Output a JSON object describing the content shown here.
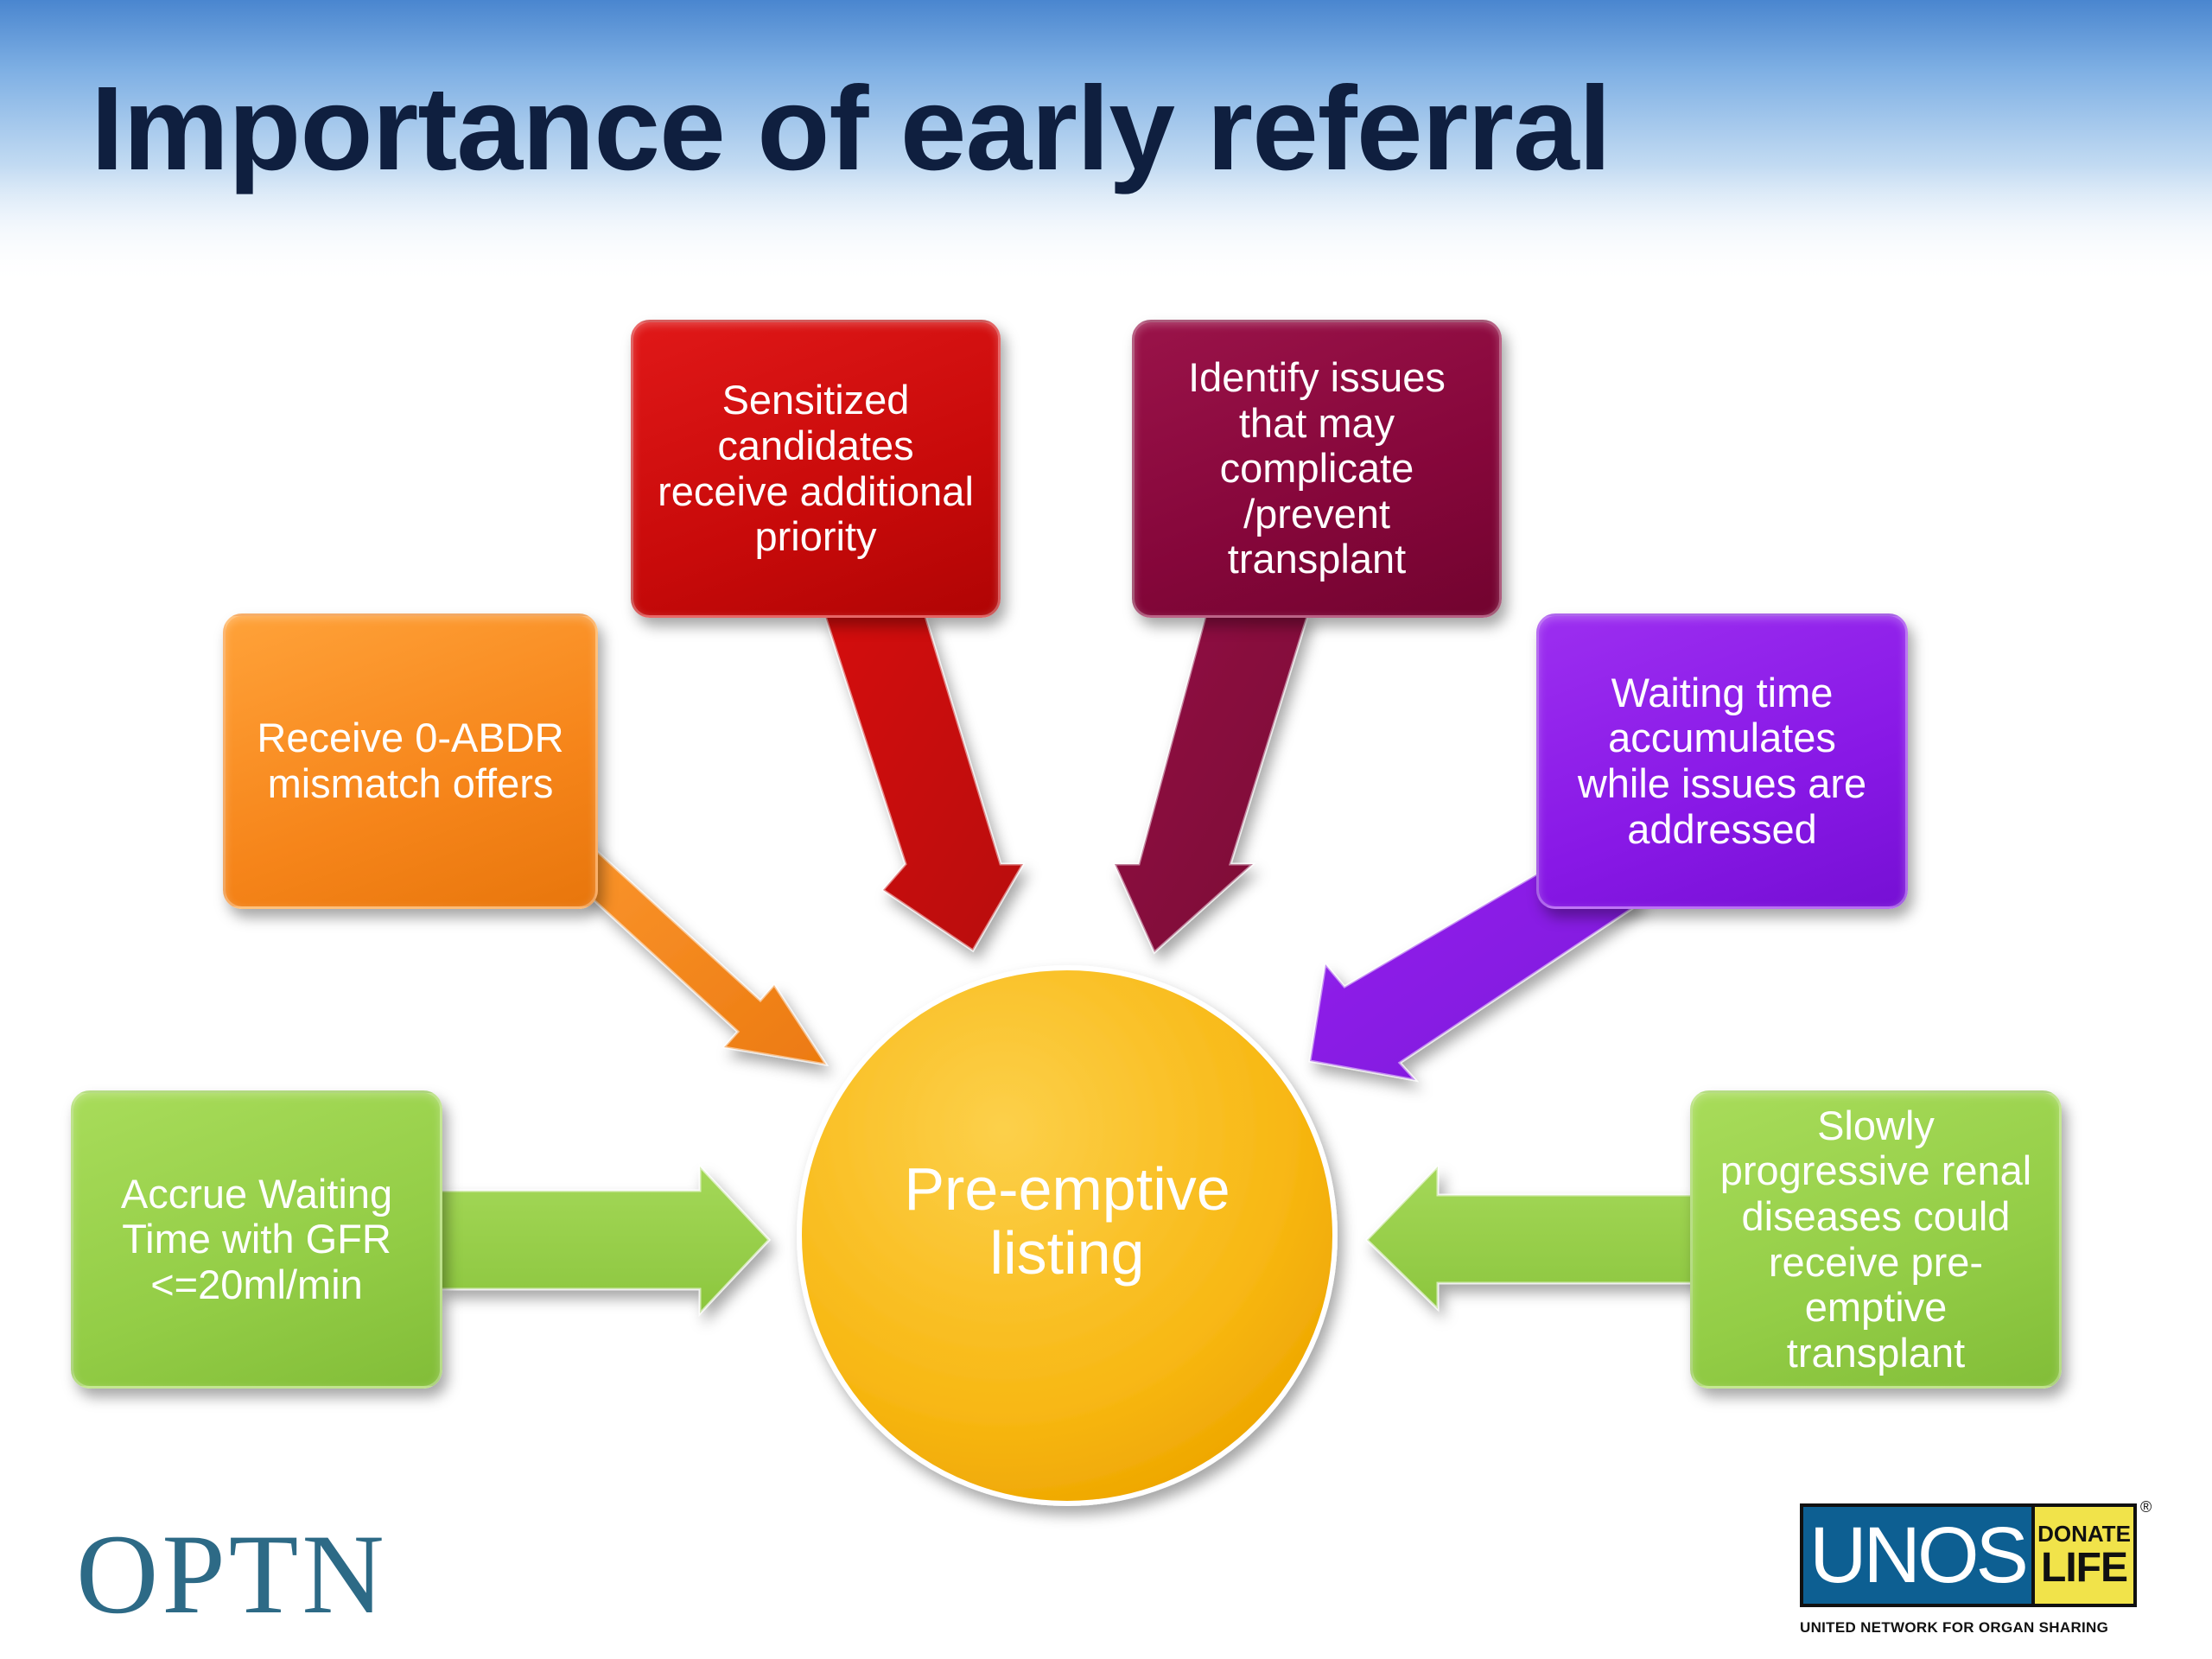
{
  "slide": {
    "title": "Importance of early referral"
  },
  "center": {
    "lines": [
      "Pre-emptive",
      "listing"
    ],
    "color": "#f8b814"
  },
  "boxes": [
    {
      "id": "orange",
      "lines": [
        "Receive 0-ABDR",
        "mismatch offers"
      ],
      "color": "#f6851a"
    },
    {
      "id": "red",
      "lines": [
        "Sensitized",
        "candidates",
        "receive additional",
        "priority"
      ],
      "color": "#c80a0a"
    },
    {
      "id": "maroon",
      "lines": [
        "Identify issues",
        "that may",
        "complicate",
        "/prevent",
        "transplant"
      ],
      "color": "#85063a"
    },
    {
      "id": "purple",
      "lines": [
        "Waiting time",
        "accumulates",
        "while issues are",
        "addressed"
      ],
      "color": "#8818e6"
    },
    {
      "id": "green-left",
      "lines": [
        "Accrue Waiting",
        "Time with GFR",
        "<=20ml/min"
      ],
      "color": "#93cd46"
    },
    {
      "id": "green-right",
      "lines": [
        "Slowly",
        "progressive renal",
        "diseases could",
        "receive pre-",
        "emptive",
        "transplant"
      ],
      "color": "#93cd46"
    }
  ],
  "logos": {
    "optn": "OPTN",
    "unos": "UNOS",
    "donate": "DONATE",
    "life": "LIFE",
    "registered": "®",
    "unos_subtitle": "UNITED NETWORK FOR ORGAN SHARING"
  }
}
